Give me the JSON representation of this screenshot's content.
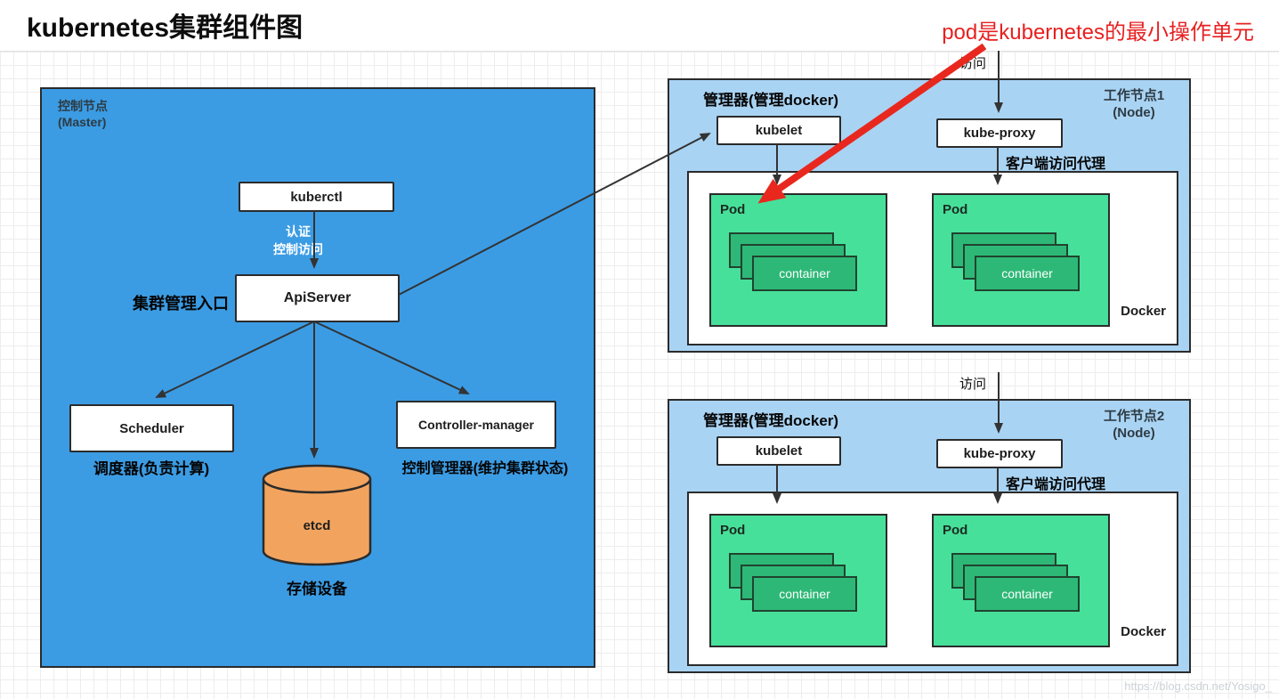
{
  "title": "kubernetes集群组件图",
  "annotation": "pod是kubernetes的最小操作单元",
  "watermark": "https://blog.csdn.net/Yosigo_",
  "master": {
    "node_label_line1": "控制节点",
    "node_label_line2": "(Master)",
    "kuberctl_label": "kuberctl",
    "auth_line1": "认证",
    "auth_line2": "控制访问",
    "apiserver_label": "ApiServer",
    "apiserver_caption": "集群管理入口",
    "scheduler_label": "Scheduler",
    "scheduler_caption": "调度器(负责计算)",
    "etcd_label": "etcd",
    "etcd_caption": "存储设备",
    "controller_label": "Controller-manager",
    "controller_caption": "控制管理器(维护集群状态)"
  },
  "workers": [
    {
      "manager_label": "管理器(管理docker)",
      "node_label_line1": "工作节点1",
      "node_label_line2": "(Node)",
      "kubelet_label": "kubelet",
      "kube_proxy_label": "kube-proxy",
      "access_label": "访问",
      "proxy_caption": "客户端访问代理",
      "docker_label": "Docker",
      "pods": [
        {
          "label": "Pod",
          "container_label": "container"
        },
        {
          "label": "Pod",
          "container_label": "container"
        }
      ]
    },
    {
      "manager_label": "管理器(管理docker)",
      "node_label_line1": "工作节点2",
      "node_label_line2": "(Node)",
      "kubelet_label": "kubelet",
      "kube_proxy_label": "kube-proxy",
      "access_label": "访问",
      "proxy_caption": "客户端访问代理",
      "docker_label": "Docker",
      "pods": [
        {
          "label": "Pod",
          "container_label": "container"
        },
        {
          "label": "Pod",
          "container_label": "container"
        }
      ]
    }
  ],
  "colors": {
    "master_fill": "#3b9ce4",
    "worker_fill": "#a9d3f3",
    "pod_fill": "#47e09a",
    "container_fill": "#2eb877",
    "etcd_fill": "#f2a45f",
    "annotation_red": "#e82020",
    "arrow_color": "#333333"
  }
}
